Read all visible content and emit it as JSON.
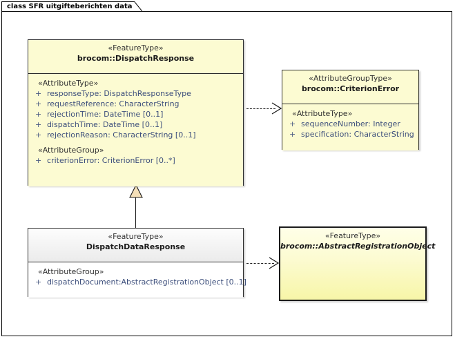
{
  "frame": {
    "title": "class SFR uitgifteberichten data"
  },
  "classes": [
    {
      "key": "dispatch_response",
      "stereotype": "«FeatureType»",
      "name": "brocom::DispatchResponse",
      "abstract": false,
      "groups": [
        {
          "label": "«AttributeType»",
          "attributes": [
            {
              "visibility": "+",
              "text": "responseType: DispatchResponseType"
            },
            {
              "visibility": "+",
              "text": "requestReference: CharacterString"
            },
            {
              "visibility": "+",
              "text": "rejectionTime: DateTime [0..1]"
            },
            {
              "visibility": "+",
              "text": "dispatchTime: DateTime [0..1]"
            },
            {
              "visibility": "+",
              "text": "rejectionReason: CharacterString [0..1]"
            }
          ]
        },
        {
          "label": "«AttributeGroup»",
          "attributes": [
            {
              "visibility": "+",
              "text": "criterionError: CriterionError [0..*]"
            }
          ]
        }
      ]
    },
    {
      "key": "criterion_error",
      "stereotype": "«AttributeGroupType»",
      "name": "brocom::CriterionError",
      "abstract": false,
      "groups": [
        {
          "label": "«AttributeType»",
          "attributes": [
            {
              "visibility": "+",
              "text": "sequenceNumber: Integer"
            },
            {
              "visibility": "+",
              "text": "specification: CharacterString"
            }
          ]
        }
      ]
    },
    {
      "key": "dispatch_data_response",
      "stereotype": "«FeatureType»",
      "name": "DispatchDataResponse",
      "abstract": false,
      "groups": [
        {
          "label": "«AttributeGroup»",
          "attributes": [
            {
              "visibility": "+",
              "text": "dispatchDocument:AbstractRegistrationObject [0..1]"
            }
          ]
        }
      ]
    },
    {
      "key": "abstract_registration_object",
      "stereotype": "«FeatureType»",
      "name": "brocom::AbstractRegistrationObject",
      "abstract": true,
      "groups": []
    }
  ],
  "connectors": [
    {
      "key": "dep_dispatchresponse_criterionerror",
      "type": "dependency",
      "from": "brocom::DispatchResponse",
      "to": "brocom::CriterionError"
    },
    {
      "key": "gen_dispatchdataresponse_dispatchresponse",
      "type": "generalization",
      "from": "DispatchDataResponse",
      "to": "brocom::DispatchResponse"
    },
    {
      "key": "dep_dispatchdataresponse_abstractregistrationobject",
      "type": "dependency",
      "from": "DispatchDataResponse",
      "to": "brocom::AbstractRegistrationObject"
    }
  ],
  "colors": {
    "feature_fill": "#fcfbd2",
    "grey_header": "#ebebeb",
    "attribute_text": "#3d4f7c",
    "border": "#1a1a1a",
    "generalization_fill": "#f4dfb8"
  }
}
